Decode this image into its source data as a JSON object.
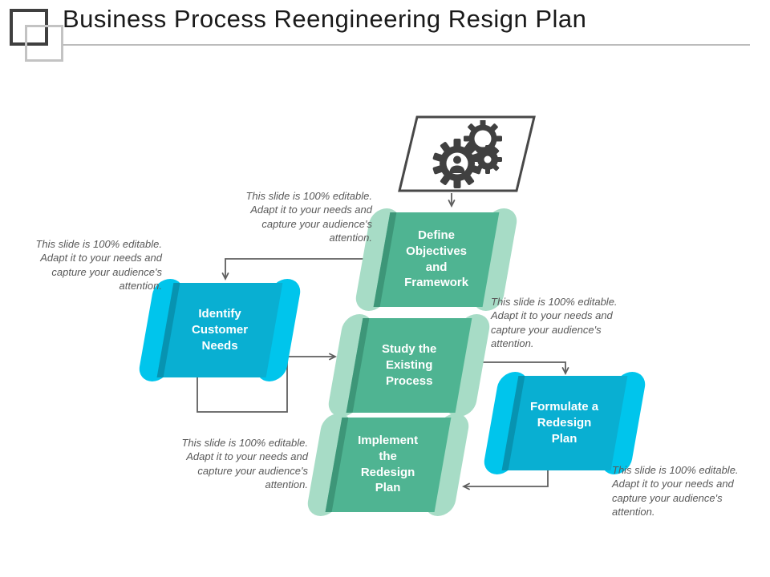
{
  "slide": {
    "title": "Business Process Reengineering Resign Plan"
  },
  "caption": {
    "text": "This slide is 100% editable.\nAdapt it to your needs and\ncapture your audience's\nattention."
  },
  "steps": [
    {
      "label": "Define\nObjectives\nand\nFramework",
      "scheme": "teal"
    },
    {
      "label": "Identify\nCustomer\nNeeds",
      "scheme": "cyan"
    },
    {
      "label": "Study the\nExisting\nProcess",
      "scheme": "teal"
    },
    {
      "label": "Formulate a\nRedesign\nPlan",
      "scheme": "cyan"
    },
    {
      "label": "Implement\nthe\nRedesign\nPlan",
      "scheme": "teal"
    }
  ],
  "icons": {
    "top_shape": "gears-with-person-icon"
  },
  "colors": {
    "cyan_center": "#09AFD2",
    "cyan_edge": "#00C5EC",
    "cyan_fold": "#0793B1",
    "teal_center": "#4FB492",
    "teal_edge": "#A7DCC6",
    "teal_fold": "#3D9678",
    "connector": "#5E5E5E",
    "parallelogram_stroke": "#484848",
    "gear": "#404040",
    "title_text": "#1A1A1A",
    "caption_text": "#595959"
  }
}
